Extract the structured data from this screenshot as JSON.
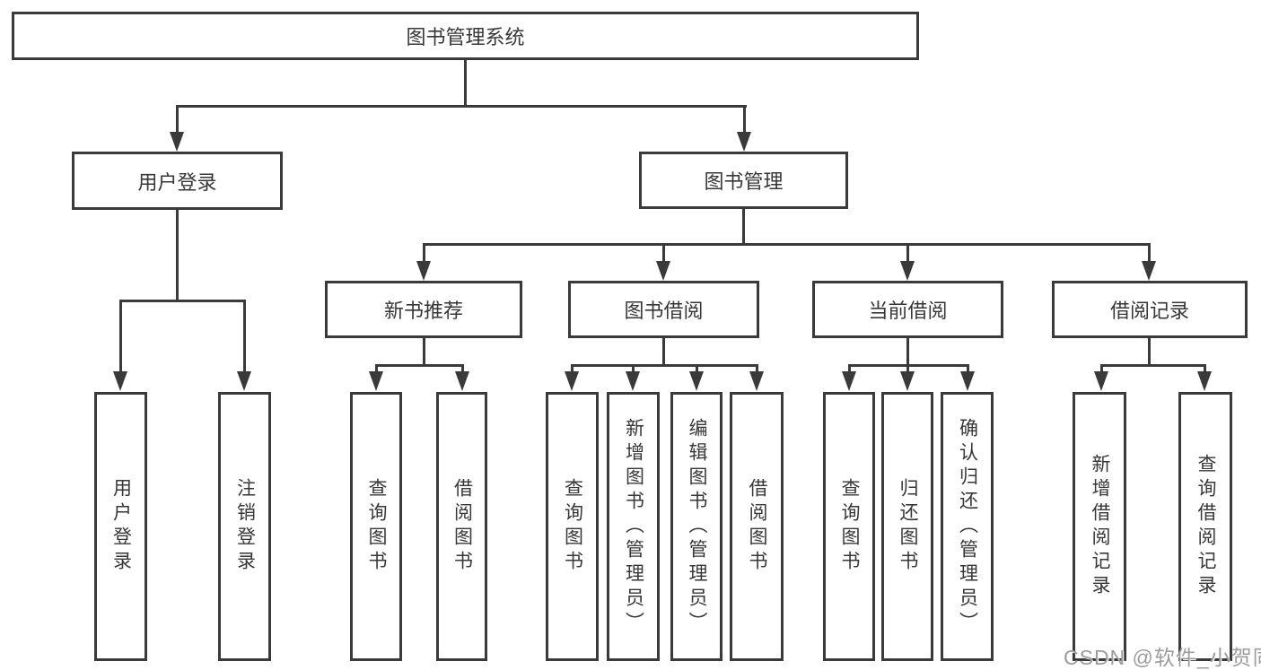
{
  "nodes": {
    "root": "图书管理系统",
    "user_login": "用户登录",
    "book_management": "图书管理",
    "new_book_recommendation": "新书推荐",
    "book_borrowing": "图书借阅",
    "current_borrowing": "当前借阅",
    "borrowing_records": "借阅记录",
    "leaves": [
      "用户登录",
      "注销登录",
      "查询图书",
      "借阅图书",
      "查询图书",
      "新增图书（管理员）",
      "编辑图书（管理员）",
      "借阅图书",
      "查询图书",
      "归还图书",
      "确认归还（管理员）",
      "新增借阅记录",
      "查询借阅记录"
    ]
  },
  "colors": {
    "line": "#3a3a3a",
    "text": "#373737",
    "background": "#ffffff",
    "watermark": "#9c9c9c"
  },
  "watermark": "CSDN @软件_小贺同学"
}
